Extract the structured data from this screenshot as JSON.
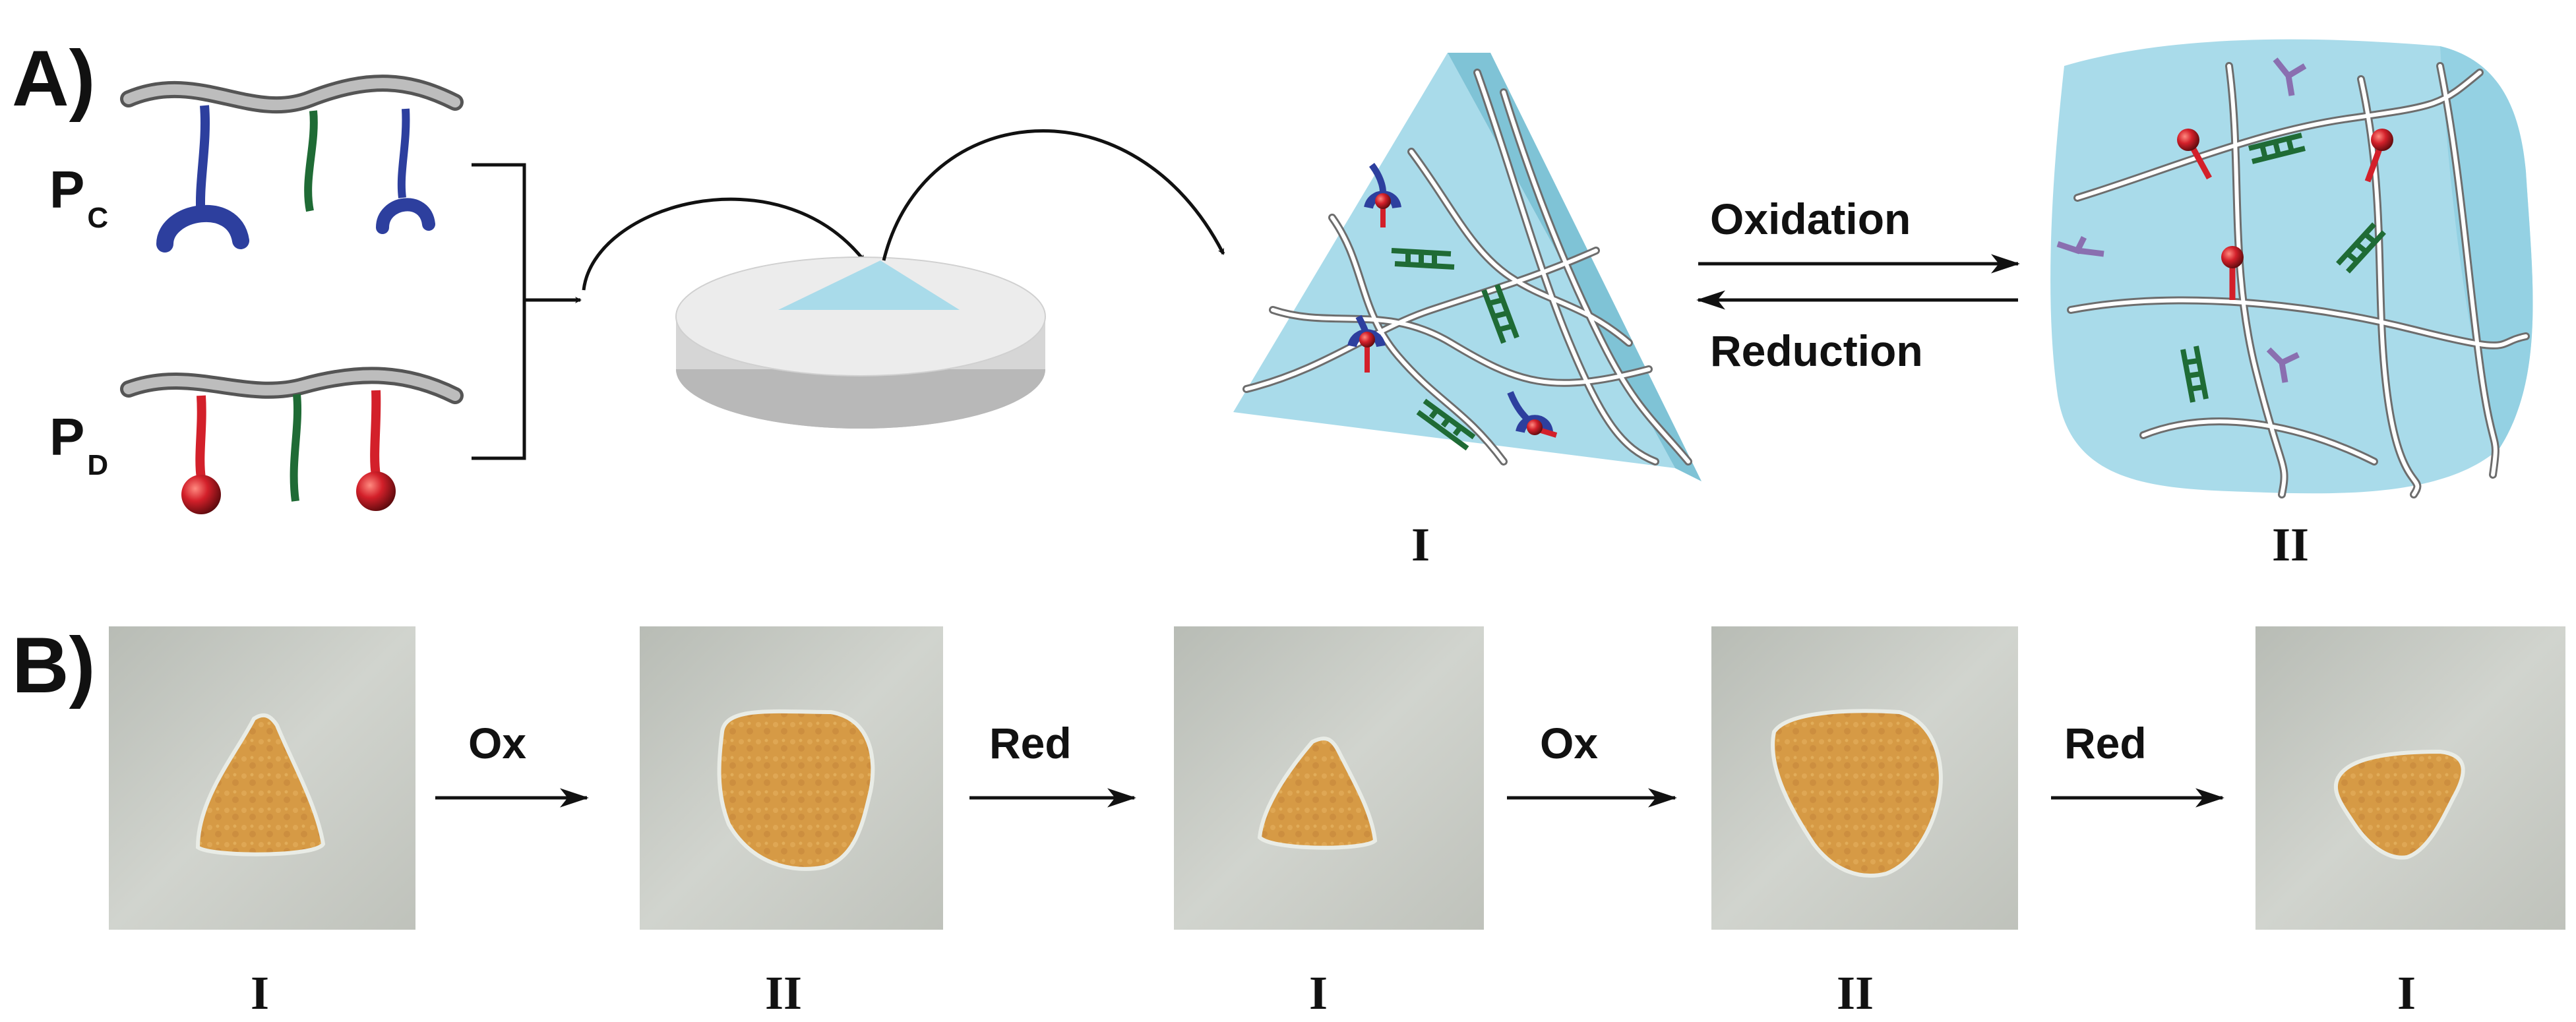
{
  "panel_a": {
    "label": "A)",
    "polymer_c": {
      "label": "P",
      "subscript": "C"
    },
    "polymer_d": {
      "label": "P",
      "subscript": "D"
    },
    "state_one_label": "I",
    "state_two_label": "II",
    "forward_label": "Oxidation",
    "reverse_label": "Reduction"
  },
  "panel_b": {
    "label": "B)",
    "photos": [
      {
        "label": "I",
        "shape": "triangle"
      },
      {
        "label": "II",
        "shape": "round"
      },
      {
        "label": "I",
        "shape": "triangle"
      },
      {
        "label": "II",
        "shape": "round"
      },
      {
        "label": "I",
        "shape": "triangle"
      }
    ],
    "steps": [
      "Ox",
      "Red",
      "Ox",
      "Red"
    ]
  },
  "colors": {
    "backbone": "#9a9a9a",
    "host_blue": "#2d3f9e",
    "guest_red": "#d3202a",
    "dna_green": "#1f6b35",
    "gel_blue": "#a9dbea",
    "photo_bg": "#c9ccc6",
    "gel_orange": "#d69a45",
    "oxidized_host": "#8a6fb0"
  }
}
